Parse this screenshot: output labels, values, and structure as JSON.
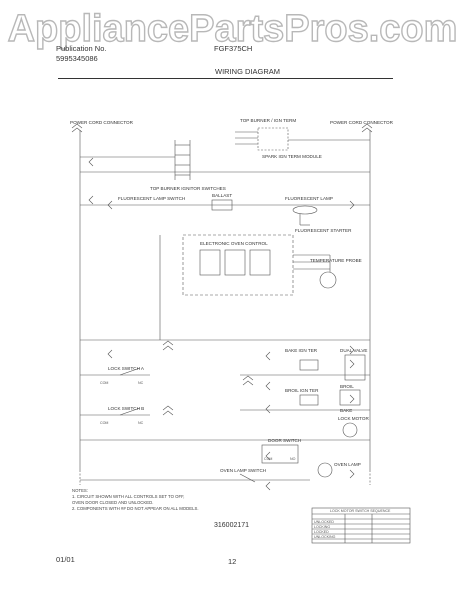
{
  "watermark": "AppliancePartsPros.com",
  "header": {
    "publication_label": "Publication No.",
    "publication_number": "5995345086",
    "model": "FGF375CH",
    "diagram_title": "WIRING DIAGRAM"
  },
  "diagram_labels": {
    "power_cord_left": "POWER CORD CONNECTOR",
    "power_cord_right": "POWER CORD CONNECTOR",
    "top_burner": "TOP BURNER / IGN TERM",
    "spark_module": "SPARK IGN TERM MODULE",
    "top_burner_switches": "TOP BURNER IGNITOR SWITCHES",
    "fluorescent_switch": "FLUORESCENT LAMP SWITCH",
    "ballast": "BALLAST",
    "fluorescent_lamp": "FLUORESCENT LAMP",
    "fluorescent_starter": "FLUORESCENT STARTER",
    "electronic_oven_control": "ELECTRONIC OVEN CONTROL",
    "temperature_probe": "TEMPERATURE PROBE",
    "bake_ign": "BAKE IGN TER",
    "broil_ign": "BROIL IGN TER",
    "dual_valve": "DUAL VALVE",
    "broil": "BROIL",
    "bake": "BAKE",
    "lock_switch_a": "LOCK SWITCH A",
    "lock_switch_b": "LOCK SWITCH B",
    "door_switch": "DOOR SWITCH",
    "lock_motor": "LOCK MOTOR",
    "oven_lamp": "OVEN LAMP",
    "oven_lamp_switch": "OVEN LAMP SWITCH",
    "com": "COM",
    "nc": "NC",
    "no": "NO"
  },
  "notes": {
    "title": "NOTES:",
    "lines": [
      "1. CIRCUIT SHOWN WITH ALL CONTROLS SET TO OFF,",
      "   OVEN DOOR CLOSED AND UNLOCKED.",
      "2. COMPONENTS WITH ## DO NOT APPEAR ON ALL MODELS."
    ]
  },
  "drawing_number": "316002171",
  "resistance_table": {
    "title": "LOCK MOTOR SWITCH SEQUENCE",
    "headers": [
      "",
      "",
      ""
    ],
    "rows": [
      [
        "UNLOCKED",
        "",
        ""
      ],
      [
        "LOCKING",
        "",
        ""
      ],
      [
        "LOCKED",
        "",
        ""
      ],
      [
        "UNLOCKING",
        "",
        ""
      ]
    ]
  },
  "footer": {
    "date": "01/01",
    "page": "12"
  }
}
